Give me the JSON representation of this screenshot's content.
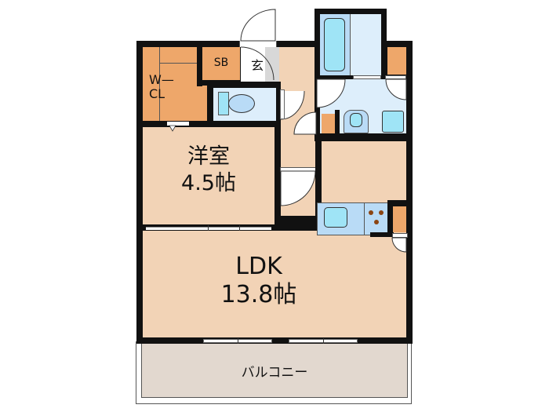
{
  "floorplan": {
    "rooms": {
      "wcl": {
        "label_line1": "W—",
        "label_line2": "CL"
      },
      "sb": {
        "label": "SB"
      },
      "entrance": {
        "label": "玄"
      },
      "western_room": {
        "name": "洋室",
        "size": "4.5帖"
      },
      "ldk": {
        "name": "LDK",
        "size": "13.8帖"
      },
      "balcony": {
        "label": "バルコニー"
      }
    },
    "colors": {
      "wall": "#111111",
      "room_floor": "#f2d3b6",
      "storage": "#eea76a",
      "wet_area": "#ddeefb",
      "fixture": "#9fe4f6",
      "balcony": "#e2d8cf",
      "entrance_floor": "#d8d8d8"
    }
  }
}
